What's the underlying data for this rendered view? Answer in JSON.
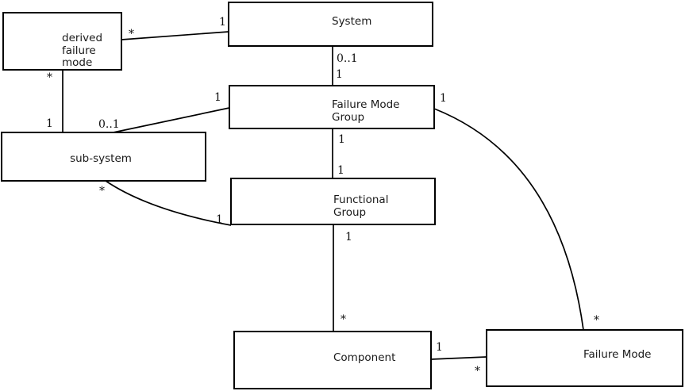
{
  "diagram_type": "uml-class-diagram",
  "colors": {
    "background": "#ffffff",
    "line": "#000000",
    "text": "#1a1a1a"
  },
  "boxes": {
    "derived_failure_mode": {
      "lines": [
        "derived",
        "failure",
        "mode"
      ]
    },
    "system": {
      "label": "System"
    },
    "failure_mode_group": {
      "lines": [
        "Failure Mode",
        "Group"
      ]
    },
    "sub_system": {
      "label": "sub-system"
    },
    "functional_group": {
      "lines": [
        "Functional",
        "Group"
      ]
    },
    "component": {
      "label": "Component"
    },
    "failure_mode": {
      "label": "Failure Mode"
    }
  },
  "edges": {
    "system_to_derived_failure_mode": {
      "derived_failure_mode_end": "*",
      "system_end": "1"
    },
    "derived_failure_mode_to_sub_system": {
      "derived_failure_mode_end": "*",
      "sub_system_end": "1"
    },
    "failure_mode_group_to_sub_system": {
      "failure_mode_group_end": "1",
      "sub_system_end": "0..1"
    },
    "system_to_failure_mode_group": {
      "system_end": "0..1",
      "failure_mode_group_end": "1"
    },
    "failure_mode_group_to_functional_group": {
      "failure_mode_group_end": "1",
      "functional_group_end": "1"
    },
    "sub_system_to_functional_group": {
      "sub_system_end": "*",
      "functional_group_end": "1"
    },
    "functional_group_to_component": {
      "functional_group_end": "1",
      "component_end": "*"
    },
    "component_to_failure_mode": {
      "component_end": "1",
      "failure_mode_end": "*"
    },
    "failure_mode_group_to_failure_mode": {
      "failure_mode_group_end": "1",
      "failure_mode_end": "*"
    }
  }
}
